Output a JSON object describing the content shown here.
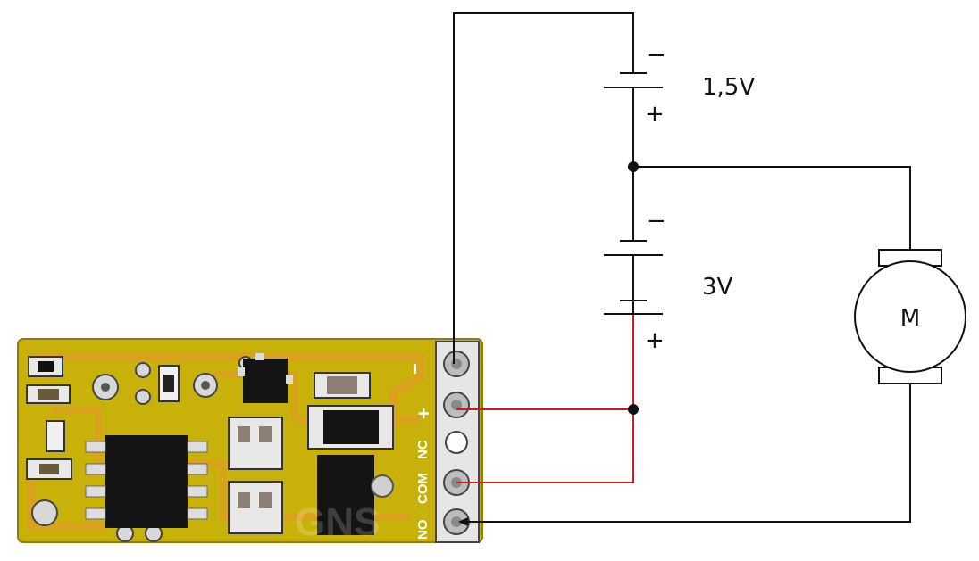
{
  "battery_top": {
    "minus": "−",
    "plus": "+",
    "voltage": "1,5V"
  },
  "battery_bottom": {
    "minus": "−",
    "plus": "+",
    "voltage": "3V"
  },
  "motor": {
    "label": "M"
  },
  "module": {
    "terminals": {
      "minus": "−",
      "plus": "+",
      "nc": "NC",
      "com": "COM",
      "no": "NO"
    },
    "watermark": "GNS"
  },
  "colors": {
    "wire": "#111111",
    "wire_red": "#d01818",
    "pcb_yellow": "#c8b20a",
    "pcb_trace": "#d8a21c",
    "chip": "#141414",
    "terminal_block": "#e6e6e6"
  }
}
